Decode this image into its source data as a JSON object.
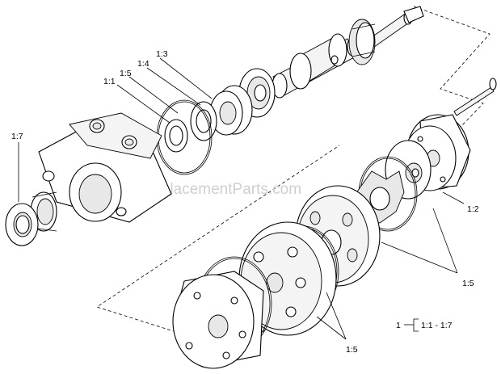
{
  "watermark": "eReplacementParts.com",
  "callouts": {
    "c17": "1:7",
    "c11": "1:1",
    "c15a": "1:5",
    "c14": "1:4",
    "c13": "1:3",
    "c12": "1:2",
    "c15b": "1:5",
    "c15c": "1:5"
  },
  "legend": {
    "item": "1",
    "range": "1:1 - 1:7"
  }
}
